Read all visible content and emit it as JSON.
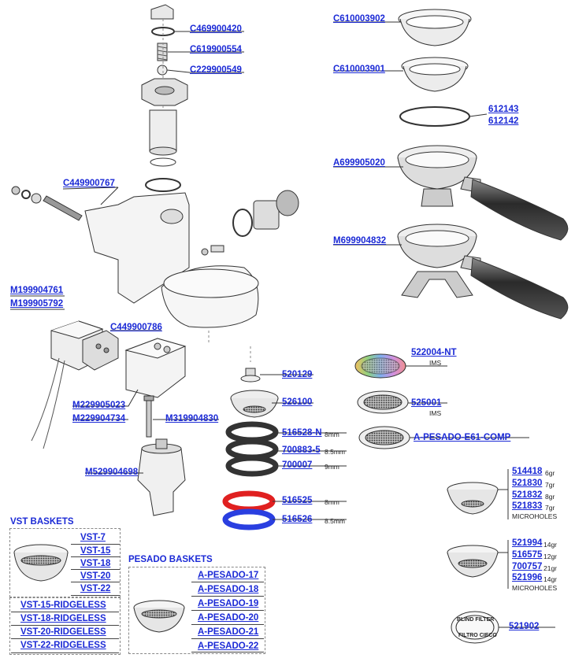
{
  "parts": {
    "c469900420": "C469900420",
    "c619900554": "C619900554",
    "c229900549": "C229900549",
    "c449900767": "C449900767",
    "m199904761": "M199904761",
    "m199905792": "M199905792",
    "c449900786": "C449900786",
    "m229905023": "M229905023",
    "m229904734": "M229904734",
    "m319904830": "M319904830",
    "m529904698": "M529904698",
    "c610003902": "C610003902",
    "c610003901": "C610003901",
    "p612143": "612143",
    "p612142": "612142",
    "a699905020": "A699905020",
    "m699904832": "M699904832",
    "p522004nt": "522004-NT",
    "p525001": "525001",
    "apesadoe61": "A-PESADO-E61-COMP",
    "p520129": "520129",
    "p526100": "526100",
    "p516528n": "516528-N",
    "p700883_5": "700883-5",
    "p700007": "700007",
    "p516525": "516525",
    "p516526": "516526",
    "p514418": "514418",
    "p521830": "521830",
    "p521832": "521832",
    "p521833": "521833",
    "p521994": "521994",
    "p516575": "516575",
    "p700757": "700757",
    "p521996": "521996",
    "p521902": "521902"
  },
  "notes": {
    "ims1": "IMS",
    "ims2": "IMS",
    "mm8a": "8mm",
    "mm85a": "8.5mm",
    "mm9": "9mm",
    "mm8b": "8mm",
    "mm85b": "8.5mm",
    "g6": "6gr",
    "g7a": "7gr",
    "g8": "8gr",
    "g7b": "7gr",
    "micro1": "MICROHOLES",
    "g14a": "14gr",
    "g12": "12gr",
    "g21": "21gr",
    "g14b": "14gr",
    "micro2": "MICROHOLES",
    "blind_top": "BLIND FILTER",
    "blind_bottom": "FILTRO CIECO"
  },
  "vst": {
    "title": "VST BASKETS",
    "items": [
      "VST-7",
      "VST-15",
      "VST-18",
      "VST-20",
      "VST-22"
    ],
    "ridgeless": [
      "VST-15-RIDGELESS",
      "VST-18-RIDGELESS",
      "VST-20-RIDGELESS",
      "VST-22-RIDGELESS"
    ]
  },
  "pesado": {
    "title": "PESADO BASKETS",
    "items": [
      "A-PESADO-17",
      "A-PESADO-18",
      "A-PESADO-19",
      "A-PESADO-20",
      "A-PESADO-21",
      "A-PESADO-22"
    ]
  },
  "colors": {
    "link": "#1b2ad6",
    "gasket_red": "#e02020",
    "gasket_blue": "#2a3fe0",
    "dark_gasket": "#333333"
  }
}
